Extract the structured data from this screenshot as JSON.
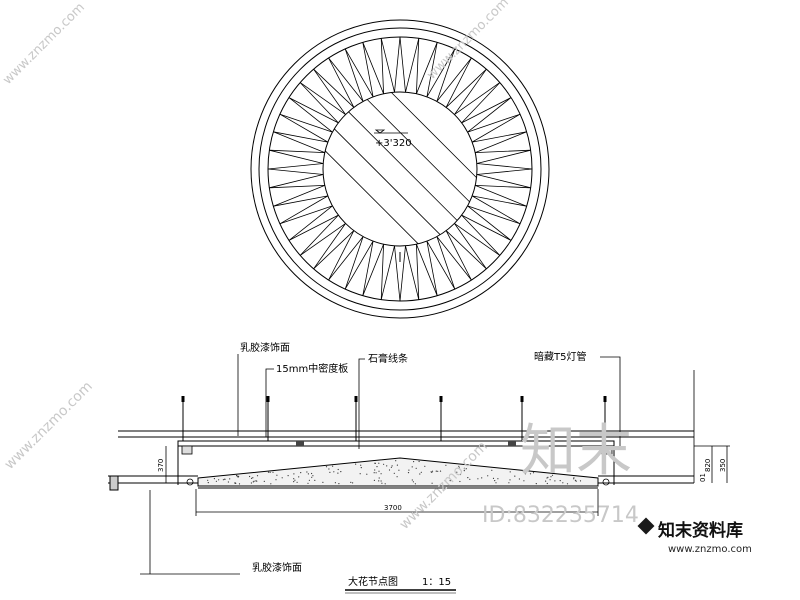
{
  "plan": {
    "elevation_label": "+3'320"
  },
  "section": {
    "labels": {
      "latex_paint_top": "乳胶漆饰面",
      "mdf_board": "15mm中密度板",
      "plaster_molding": "石膏线条",
      "t5_lamp": "暗藏T5灯管",
      "latex_paint_bottom": "乳胶漆饰面"
    },
    "dimensions": {
      "width": "3700",
      "left_height": "370",
      "right_a": "820",
      "right_b": "350",
      "right_c": "01"
    }
  },
  "caption": {
    "title": "大花节点图",
    "scale": "1：15"
  },
  "watermarks": {
    "site": "www.znzmo.com",
    "brand_cn": "知末",
    "id_text": "ID:832235714",
    "logo_cn": "知末资料库",
    "logo_url": "www.znzmo.com"
  }
}
